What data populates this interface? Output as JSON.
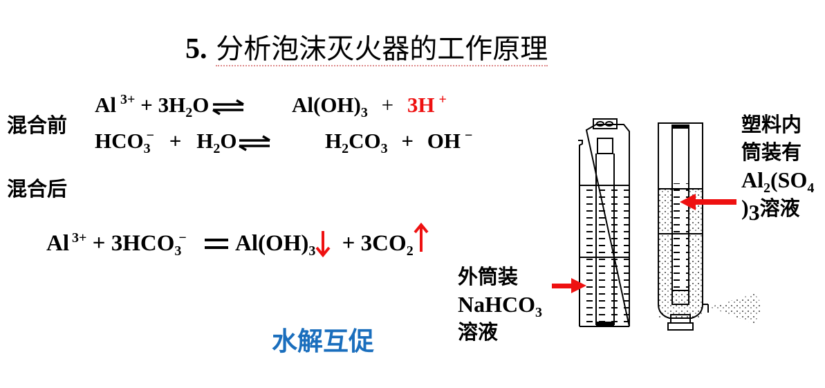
{
  "title": {
    "number": "5.",
    "text": "分析泡沫灭火器的工作原理"
  },
  "before_mixing": {
    "label": "混合前",
    "equation1": {
      "lhs": [
        {
          "t": "Al"
        },
        {
          "sup": "3+"
        },
        {
          "t": " + 3H"
        },
        {
          "sub": "2"
        },
        {
          "t": "O"
        }
      ],
      "arrow": "⇌",
      "rhs_product": [
        "Al(OH)",
        "3"
      ],
      "plus": "+",
      "rhs_highlight": "3H",
      "rhs_highlight_sup": "+",
      "highlight_color": "#ee1111"
    },
    "equation2": {
      "lhs_species": [
        "HCO",
        "3",
        "−"
      ],
      "plus": "+",
      "lhs_water": [
        "H",
        "2",
        "O"
      ],
      "arrow": "⇌",
      "rhs_product": [
        "H",
        "2",
        "CO",
        "3"
      ],
      "rhs_plus": "+",
      "rhs_ion": [
        "OH",
        "−"
      ]
    }
  },
  "after_mixing": {
    "label": "混合后",
    "equation": {
      "al": "Al",
      "al_charge": "3+",
      "plus1": "+ 3HCO",
      "hco3_sub": "3",
      "hco3_charge": "−",
      "equals": "═",
      "product1": "Al(OH)",
      "product1_sub": "3",
      "precipitate_arrow": "↓",
      "plus2": "+ 3CO",
      "co2_sub": "2",
      "gas_arrow": "↑",
      "arrow_color": "#ee1111"
    }
  },
  "summary": {
    "text": "水解互促",
    "color": "#1a6ebd"
  },
  "diagram": {
    "outer_label": {
      "line1": "外筒装",
      "line2": "NaHCO",
      "line2_sub": "3",
      "line3": "溶液"
    },
    "inner_label": {
      "line1": "塑料内",
      "line2": "筒装有",
      "line3": "Al",
      "line3_sub": "2",
      "line3_rest": "(SO",
      "line3_sub2": "4",
      "line4_paren": ")",
      "line4_sub": "3",
      "line4_rest": "溶液"
    },
    "arrow_color": "#ee1111"
  }
}
